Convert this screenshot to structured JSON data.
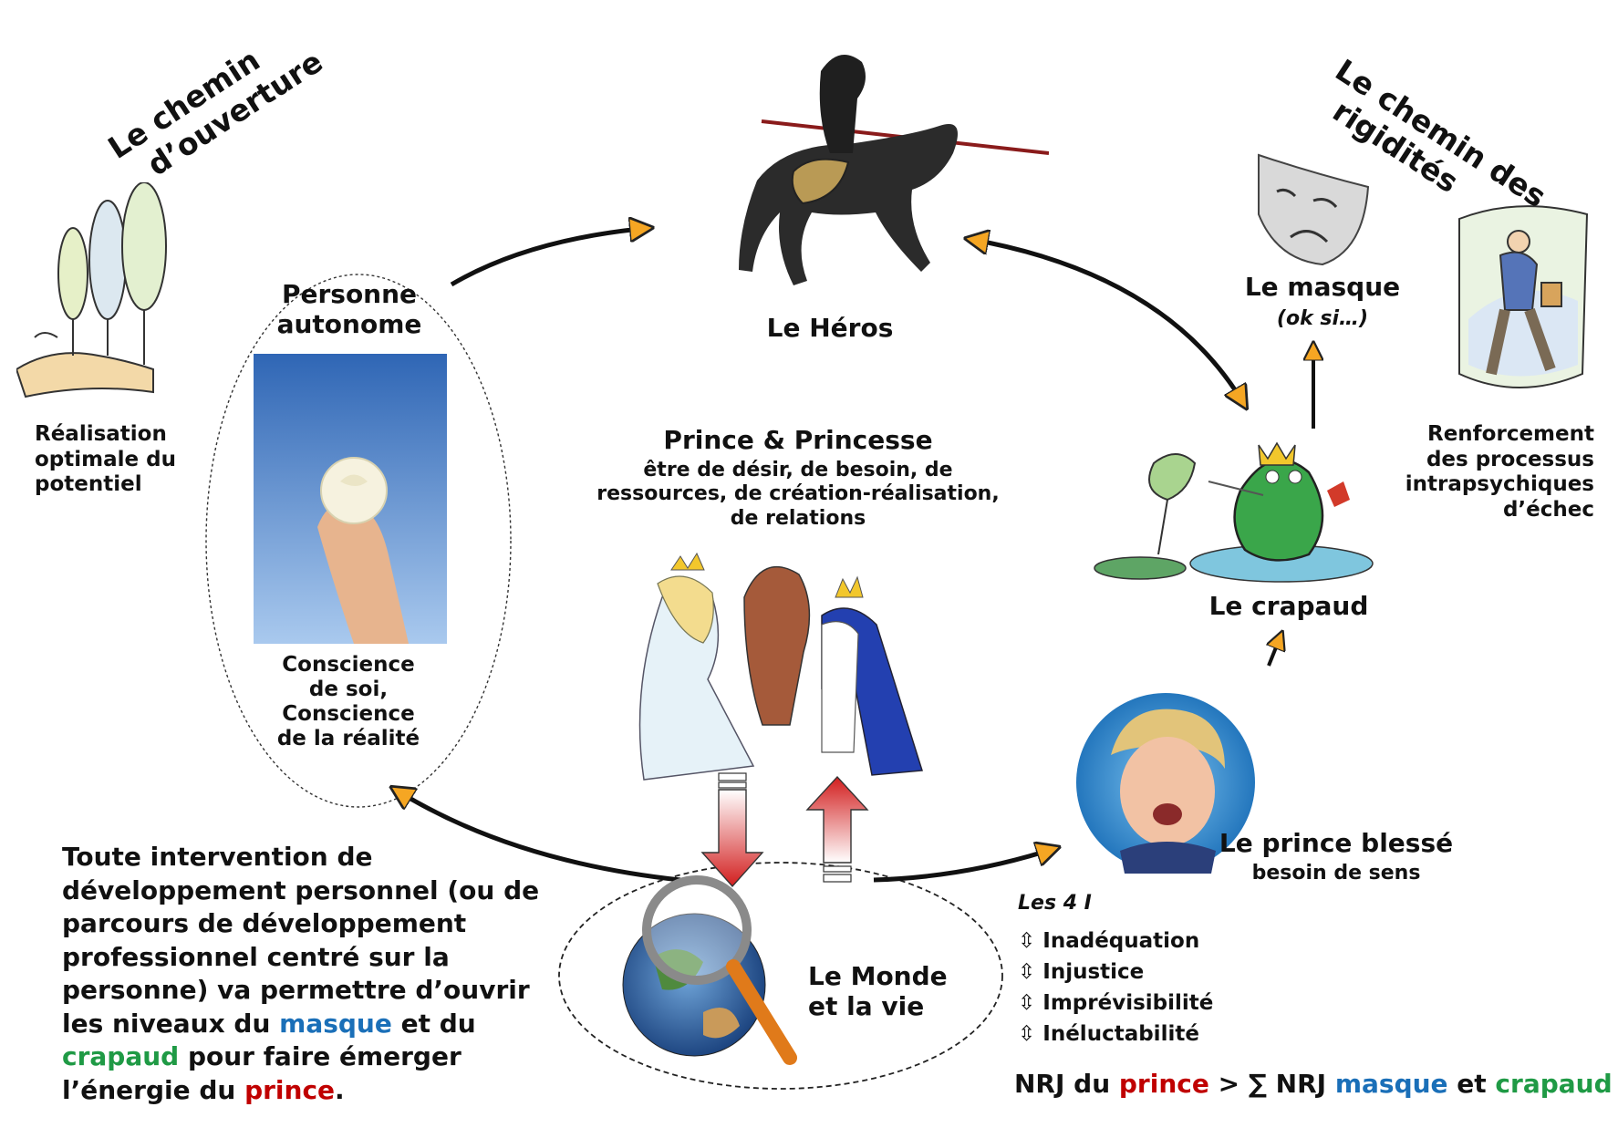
{
  "paths": {
    "opening": "Le chemin d’ouverture",
    "opening_line1": "Le chemin",
    "opening_line2": "d’ouverture",
    "rigidity_line1": "Le chemin des",
    "rigidity_line2": "rigidités"
  },
  "left_side": {
    "realisation": [
      "Réalisation",
      "optimale du",
      "potentiel"
    ]
  },
  "autonomous": {
    "title": [
      "Personne",
      "autonome"
    ],
    "caption": [
      "Conscience",
      "de soi,",
      "Conscience",
      "de la réalité"
    ]
  },
  "hero": {
    "label": "Le Héros"
  },
  "prince": {
    "title": "Prince & Princesse",
    "desc": [
      "être de désir, de besoin, de",
      "ressources, de création-réalisation,",
      "de relations"
    ]
  },
  "mask": {
    "label": "Le masque",
    "sub": "(ok si…)"
  },
  "right_side": {
    "reinforcement": [
      "Renforcement",
      "des processus",
      "intrapsychiques",
      "d’échec"
    ]
  },
  "toad": {
    "label": "Le crapaud"
  },
  "wounded": {
    "label": "Le prince blessé",
    "sub": "besoin de sens"
  },
  "world": {
    "label": [
      "Le Monde",
      "et la vie"
    ]
  },
  "four_i": {
    "title": "Les 4 I",
    "items": [
      "Inadéquation",
      "Injustice",
      "Imprévisibilité",
      "Inéluctabilité"
    ],
    "bullet": "⇳"
  },
  "intervention": {
    "lines": [
      "Toute intervention de",
      "développement personnel (ou de",
      "parcours de développement",
      "professionnel centré sur la",
      "personne) va permettre d’ouvrir"
    ],
    "l6_a": "les niveaux du ",
    "l6_mask": "masque",
    "l6_b": " et du",
    "l7_toad": "crapaud",
    "l7_b": " pour faire émerger",
    "l8_a": "l’énergie du ",
    "l8_prince": "prince",
    "l8_b": "."
  },
  "formula": {
    "a": "NRJ du ",
    "prince": "prince",
    "b": " > ∑ NRJ ",
    "mask": "masque",
    "c": " et ",
    "toad": "crapaud"
  },
  "colors": {
    "prince": "#c00000",
    "mask": "#1a6fb8",
    "toad": "#1f9a45",
    "arrowhead": "#f5a623"
  }
}
